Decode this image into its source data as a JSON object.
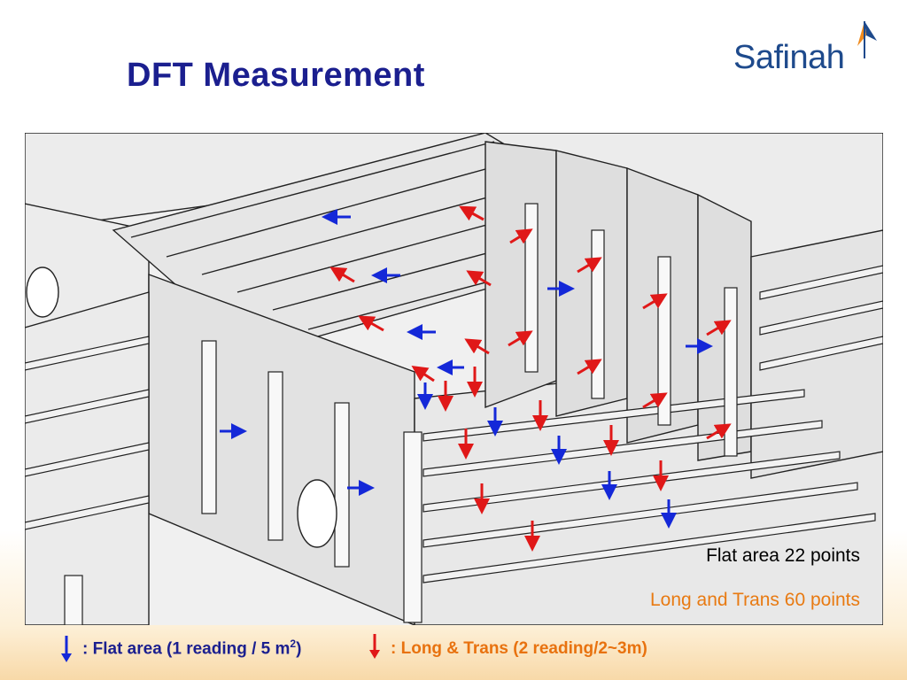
{
  "title": "DFT Measurement",
  "logo": {
    "text": "Safinah"
  },
  "notes": {
    "flat": "Flat area 22 points",
    "long_trans": "Long and  Trans 60 points"
  },
  "legend": {
    "flat_prefix": ": Flat area (1 reading / 5 m",
    "flat_sup": "2",
    "flat_suffix": ")",
    "long_trans": ": Long & Trans (2 reading/2~3m)"
  },
  "colors": {
    "title": "#1b1f8f",
    "flat_arrow": "#1428d8",
    "long_trans_arrow": "#e01818",
    "long_trans_text": "#e8720f"
  },
  "icons": [
    "flat-area-arrow-icon",
    "long-trans-arrow-icon",
    "safinah-logo-icon"
  ]
}
